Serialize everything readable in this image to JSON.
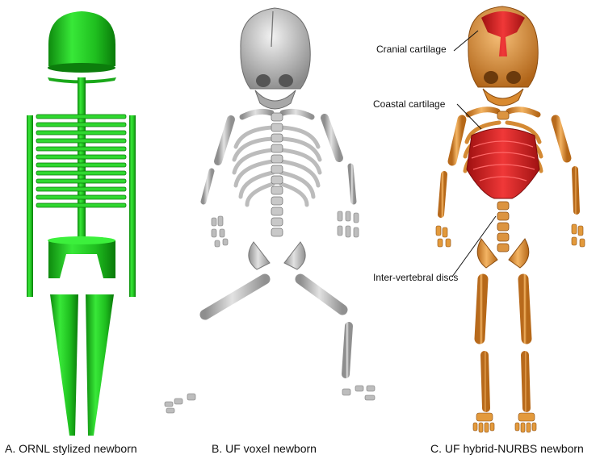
{
  "panels": [
    {
      "id": "a",
      "caption": "A. ORNL stylized newborn",
      "model_color": "#22cc22"
    },
    {
      "id": "b",
      "caption": "B. UF voxel newborn",
      "model_color": "#bdbdbd"
    },
    {
      "id": "c",
      "caption": "C. UF hybrid-NURBS newborn",
      "model_color": "#e39a3c",
      "cartilage_color": "#d42020"
    }
  ],
  "annotations": {
    "cranial": "Cranial cartilage",
    "coastal": "Coastal cartilage",
    "discs": "Inter-vertebral discs"
  }
}
